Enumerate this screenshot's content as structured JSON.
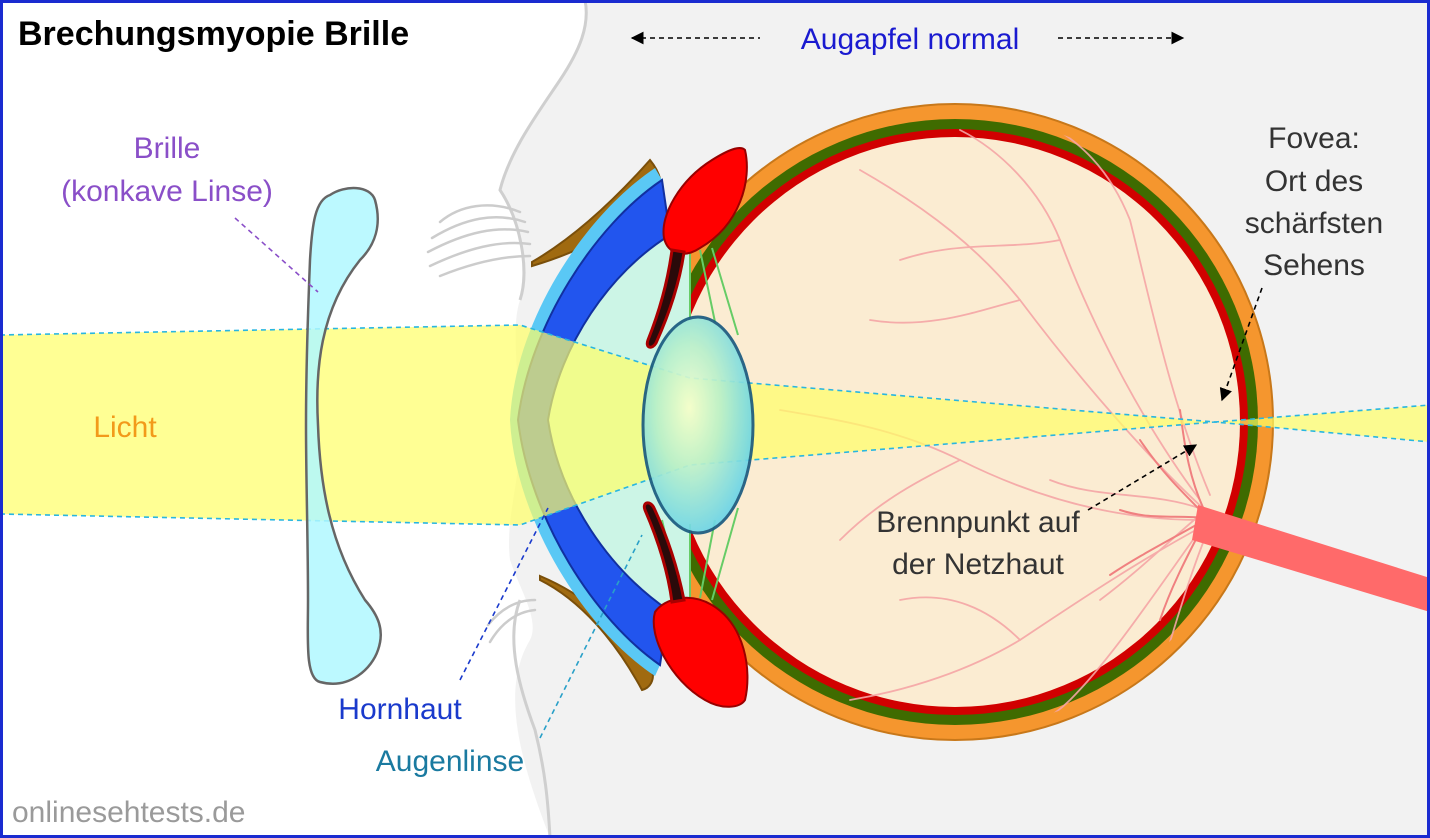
{
  "title": "Brechungsmyopie Brille",
  "header": {
    "eyeball_label": "Augapfel normal"
  },
  "labels": {
    "glasses_line1": "Brille",
    "glasses_line2": "(konkave Linse)",
    "light": "Licht",
    "fovea_line1": "Fovea:",
    "fovea_line2": "Ort des",
    "fovea_line3": "schärfsten",
    "fovea_line4": "Sehens",
    "focal_line1": "Brennpunkt auf",
    "focal_line2": "der Netzhaut",
    "cornea": "Hornhaut",
    "lens": "Augenlinse"
  },
  "watermark": "onlinesehtests.de",
  "colors": {
    "border": "#1a2bd0",
    "title": "#000000",
    "eyeball_label": "#1a1ad0",
    "glasses_label": "#8a4fc8",
    "light_label": "#f29a1a",
    "dark_label": "#333333",
    "cornea_label": "#1a3acc",
    "lens_label": "#1a7aa0",
    "watermark": "#9a9a9a",
    "sclera": "#f5962e",
    "choroid": "#3f6b00",
    "retina": "#d10000",
    "vitreous": "#fbecd2",
    "cornea": "#2255ee",
    "cornea_outer": "#5ac8f5",
    "light_beam": "#ffff66",
    "optic_nerve": "#ff6a6a",
    "ciliary": "#ff0000",
    "lid": "#a06a10"
  },
  "icons": [
    "double-arrow-icon",
    "pointer-arrow-icon"
  ]
}
